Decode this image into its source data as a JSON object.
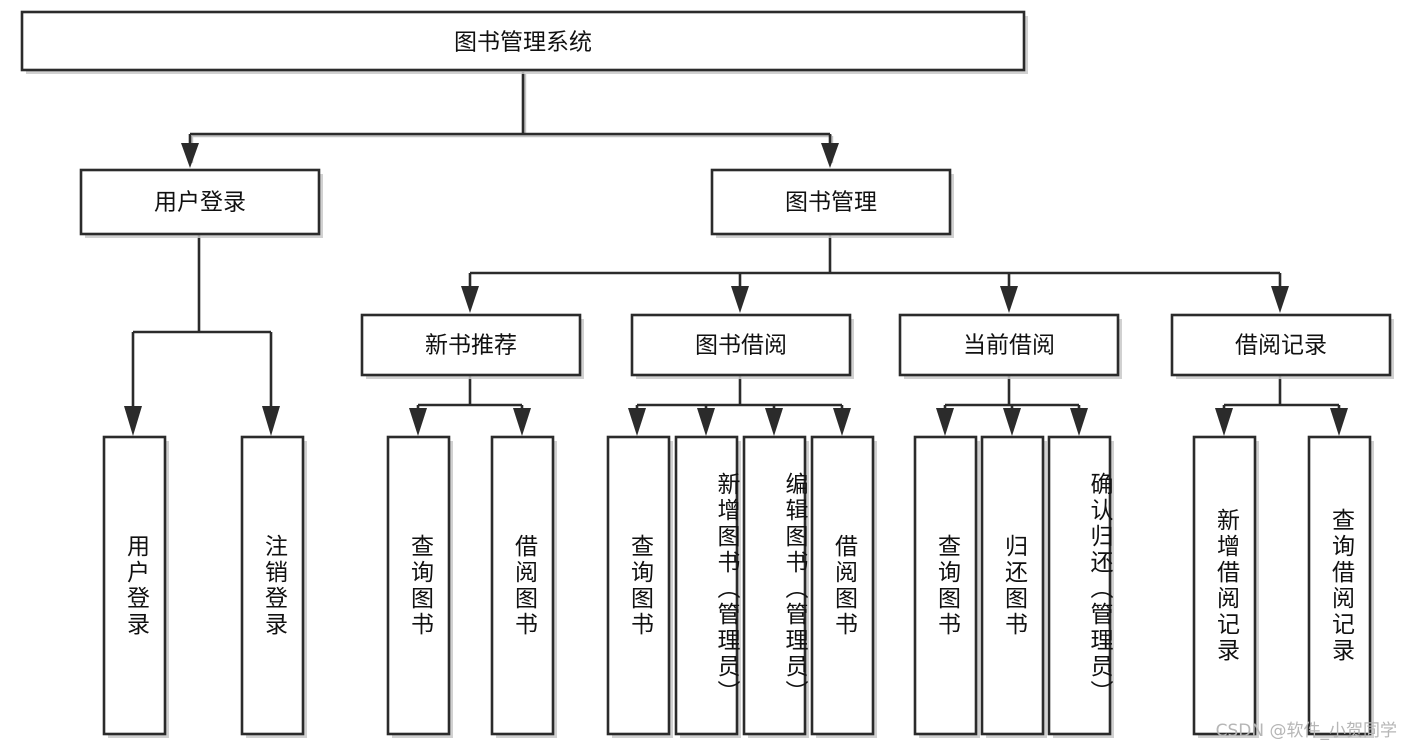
{
  "diagram": {
    "type": "tree",
    "title": "图书管理系统",
    "watermark": "CSDN @软件_小贺同学",
    "root": {
      "id": "root",
      "label": "图书管理系统",
      "orientation": "horizontal"
    },
    "level2": [
      {
        "id": "user-login",
        "label": "用户登录",
        "orientation": "horizontal"
      },
      {
        "id": "book-manage",
        "label": "图书管理",
        "orientation": "horizontal"
      }
    ],
    "level3": [
      {
        "id": "new-book-recommend",
        "label": "新书推荐",
        "parent": "book-manage",
        "orientation": "horizontal"
      },
      {
        "id": "book-borrow",
        "label": "图书借阅",
        "parent": "book-manage",
        "orientation": "horizontal"
      },
      {
        "id": "current-borrow",
        "label": "当前借阅",
        "parent": "book-manage",
        "orientation": "horizontal"
      },
      {
        "id": "borrow-record",
        "label": "借阅记录",
        "parent": "book-manage",
        "orientation": "horizontal"
      }
    ],
    "leaves": [
      {
        "id": "leaf-user-login",
        "label": "用户登录",
        "parent": "user-login",
        "orientation": "vertical"
      },
      {
        "id": "leaf-user-logout",
        "label": "注销登录",
        "parent": "user-login",
        "orientation": "vertical"
      },
      {
        "id": "leaf-query-book-1",
        "label": "查询图书",
        "parent": "new-book-recommend",
        "orientation": "vertical"
      },
      {
        "id": "leaf-borrow-book-1",
        "label": "借阅图书",
        "parent": "new-book-recommend",
        "orientation": "vertical"
      },
      {
        "id": "leaf-query-book-2",
        "label": "查询图书",
        "parent": "book-borrow",
        "orientation": "vertical"
      },
      {
        "id": "leaf-add-book",
        "label": "新增图书（管理员）",
        "parent": "book-borrow",
        "orientation": "vertical"
      },
      {
        "id": "leaf-edit-book",
        "label": "编辑图书（管理员）",
        "parent": "book-borrow",
        "orientation": "vertical"
      },
      {
        "id": "leaf-borrow-book-2",
        "label": "借阅图书",
        "parent": "book-borrow",
        "orientation": "vertical"
      },
      {
        "id": "leaf-query-book-3",
        "label": "查询图书",
        "parent": "current-borrow",
        "orientation": "vertical"
      },
      {
        "id": "leaf-return-book",
        "label": "归还图书",
        "parent": "current-borrow",
        "orientation": "vertical"
      },
      {
        "id": "leaf-confirm-return",
        "label": "确认归还（管理员）",
        "parent": "current-borrow",
        "orientation": "vertical"
      },
      {
        "id": "leaf-add-record",
        "label": "新增借阅记录",
        "parent": "borrow-record",
        "orientation": "vertical"
      },
      {
        "id": "leaf-query-record",
        "label": "查询借阅记录",
        "parent": "borrow-record",
        "orientation": "vertical"
      }
    ],
    "colors": {
      "background": "#ffffff",
      "box_fill": "#ffffff",
      "box_stroke": "#2b2b2b",
      "line": "#2b2b2b",
      "shadow": "#c9c9c9",
      "text": "#111111",
      "watermark": "#b6b6b6"
    }
  }
}
